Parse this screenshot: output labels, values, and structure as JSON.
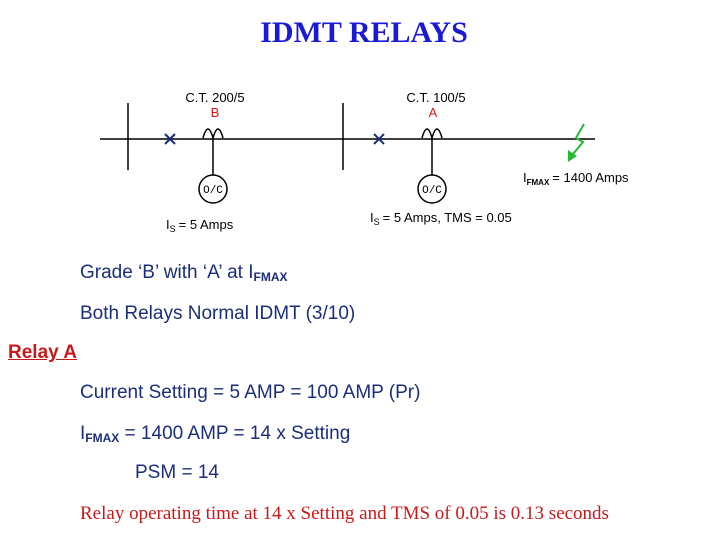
{
  "title": "IDMT RELAYS",
  "diagram": {
    "ct_b_label": "C.T. 200/5",
    "ct_b_name": "B",
    "ct_a_label": "C.T. 100/5",
    "ct_a_name": "A",
    "relay_label": "O/C",
    "is_b": "= 5 Amps",
    "is_a": "= 5 Amps, TMS = 0.05",
    "i_symbol": "I",
    "s_sub": "S",
    "ifmax_value": "= 1400 Amps",
    "fmax_sub": "FMAX",
    "colors": {
      "ct_name": "#d81818",
      "fault_arrow": "#22bb33",
      "line": "#1a2e7a",
      "ink": "#000000"
    }
  },
  "text": {
    "grade_line": "Grade ‘B’ with ‘A’ at I",
    "grade_sub": "FMAX",
    "both_line": "Both Relays Normal IDMT (3/10)",
    "relay_a": "Relay A",
    "current_setting": "Current Setting = 5 AMP = 100 AMP (Pr)",
    "ifmax_i": "I",
    "ifmax_sub": "FMAX",
    "ifmax_rest": " = 1400 AMP = 14 x Setting",
    "psm": "PSM  = 14",
    "operating_time": "Relay operating time at 14 x Setting and TMS of 0.05 is 0.13 seconds"
  }
}
